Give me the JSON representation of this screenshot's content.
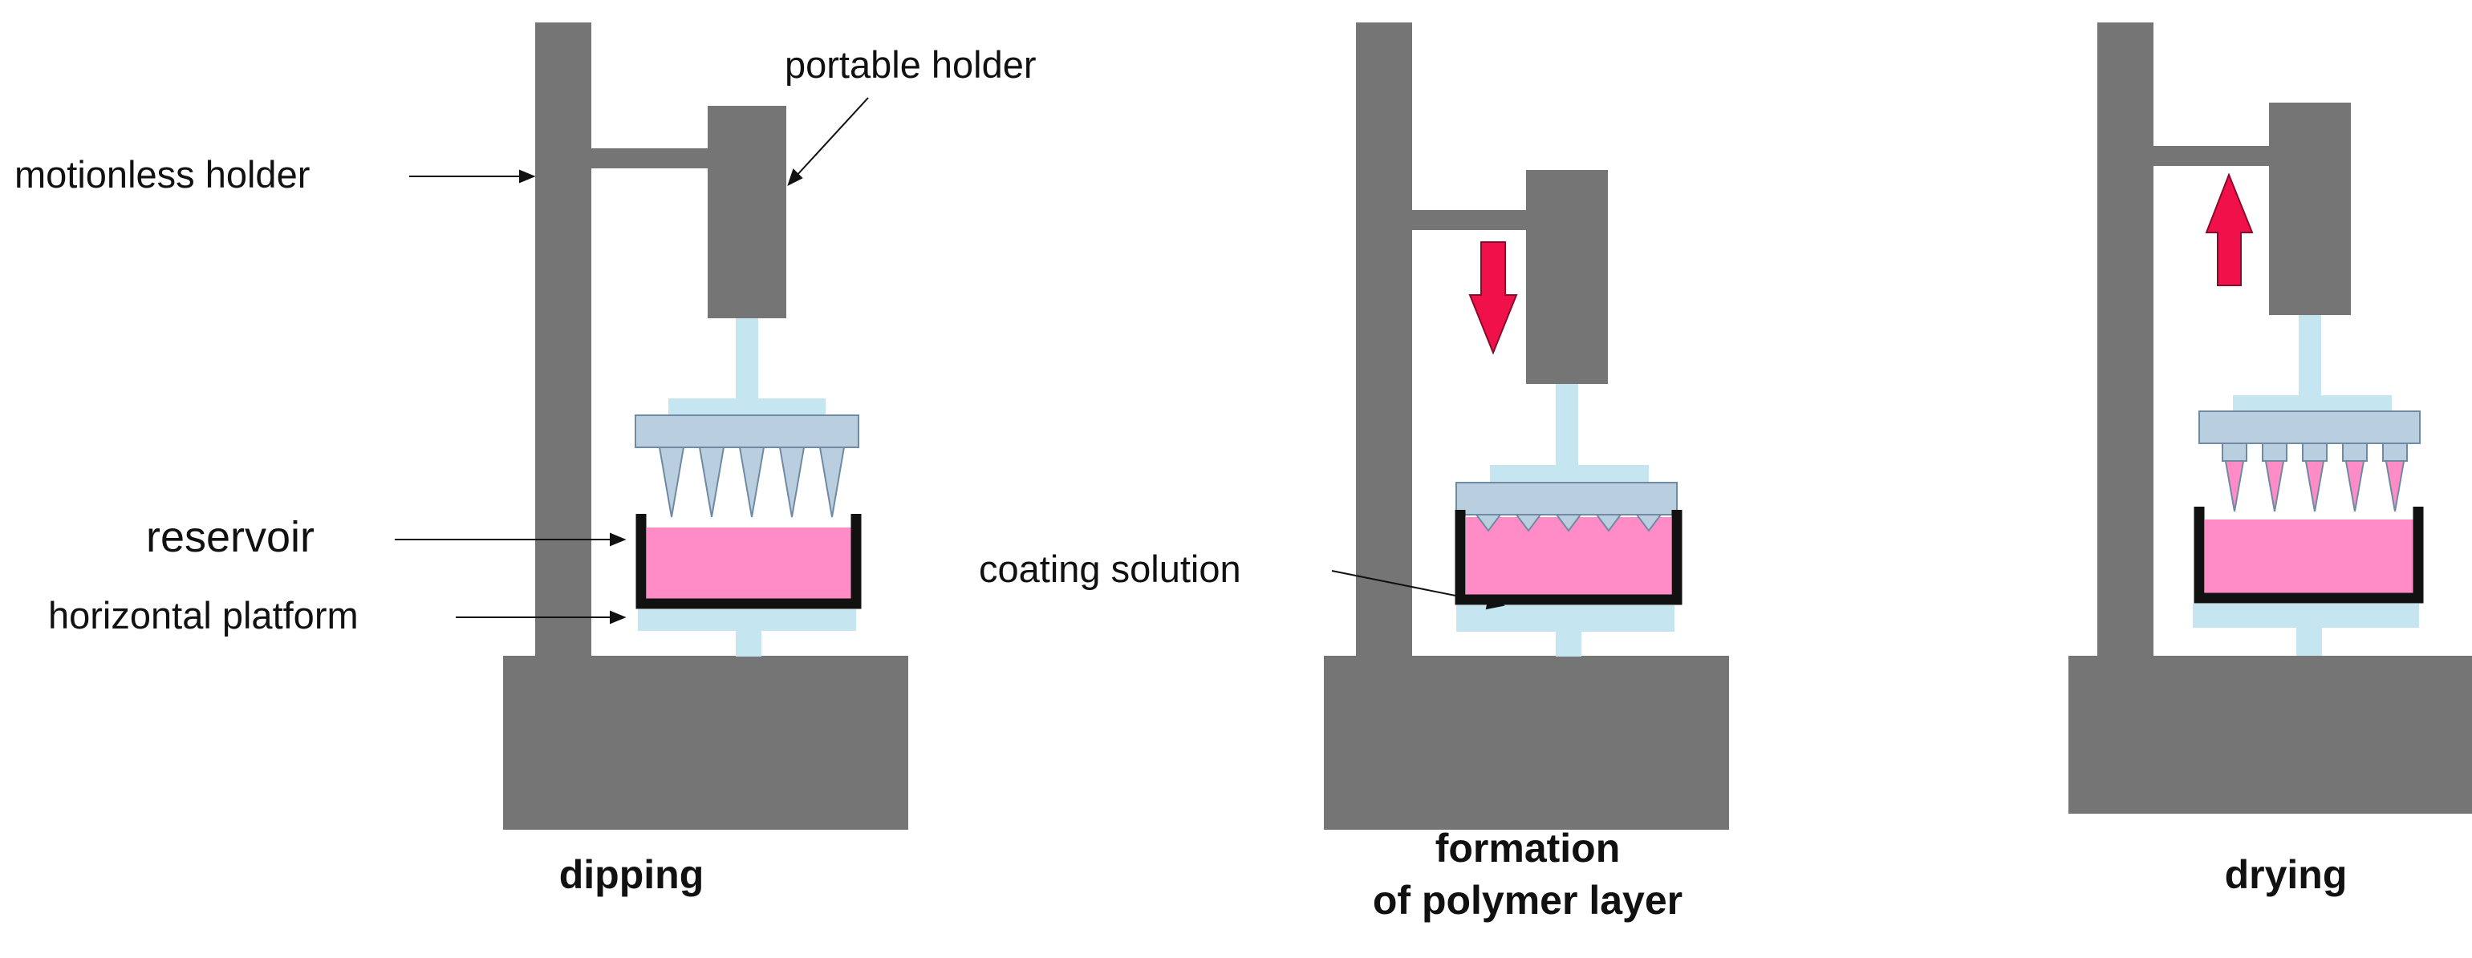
{
  "labels": {
    "motionless_holder": "motionless holder",
    "portable_holder": "portable holder",
    "reservoir": "reservoir",
    "horizontal_platform": "horizontal platform",
    "coating_solution": "coating solution"
  },
  "captions": {
    "dipping": "dipping",
    "formation_line1": "formation",
    "formation_line2": "of polymer layer",
    "drying": "drying"
  },
  "colors": {
    "frame": "#757575",
    "light_blue": "#c5e6f1",
    "plate": "#b9cfe0",
    "solution": "#ff8cc6",
    "arrow": "#f0104a",
    "reservoir_wall": "#111111"
  }
}
